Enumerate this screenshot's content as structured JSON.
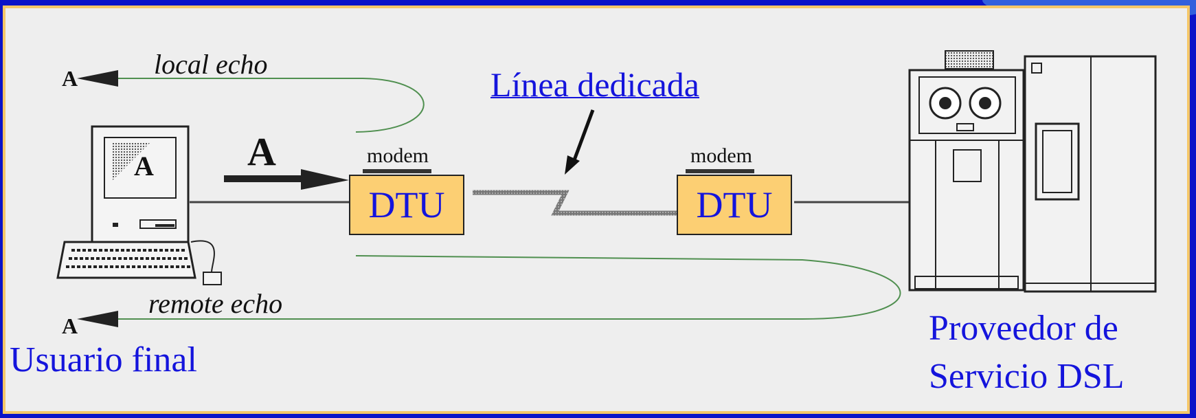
{
  "title": "Línea dedicada",
  "local_echo": "local echo",
  "remote_echo": "remote echo",
  "typed_char": "A",
  "echo_char_local": "A",
  "echo_char_remote": "A",
  "screen_char": "A",
  "modem_left": "modem",
  "modem_right": "modem",
  "dtu_left": "DTU",
  "dtu_right": "DTU",
  "end_user": "Usuario final",
  "provider_line1": "Proveedor de",
  "provider_line2": "Servicio DSL",
  "colors": {
    "background": "#0b13c8",
    "frame_border": "#f5c768",
    "panel": "#eeeeee",
    "dtu_fill": "#fccf73",
    "label_blue": "#1414dc",
    "echo_line": "#4f8f4f"
  },
  "icons": [
    "computer-icon",
    "server-cabinet-icon",
    "arrow-icon"
  ]
}
